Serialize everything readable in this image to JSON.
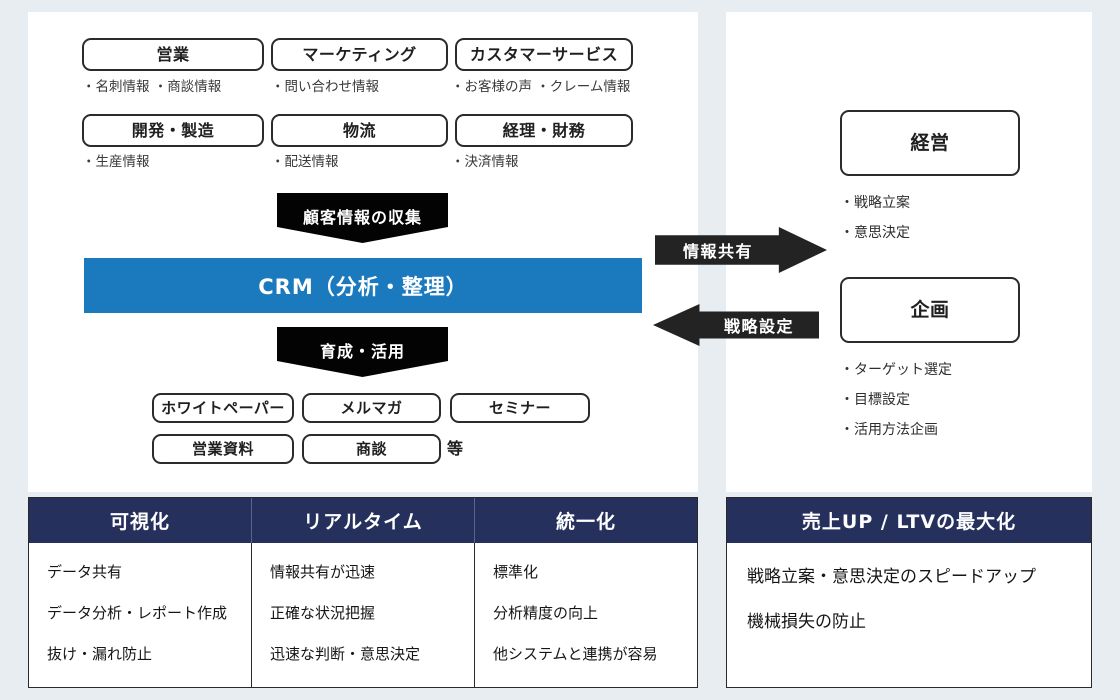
{
  "diagram": {
    "left_panel": {
      "departments": [
        {
          "label": "営業",
          "note": "・名刺情報 ・商談情報"
        },
        {
          "label": "マーケティング",
          "note": "・問い合わせ情報"
        },
        {
          "label": "カスタマーサービス",
          "note": "・お客様の声 ・クレーム情報"
        },
        {
          "label": "開発・製造",
          "note": "・生産情報"
        },
        {
          "label": "物流",
          "note": "・配送情報"
        },
        {
          "label": "経理・財務",
          "note": "・決済情報"
        }
      ],
      "collect_banner": "顧客情報の収集",
      "crm_bar": "CRM（分析・整理）",
      "nurture_banner": "育成・活用",
      "outputs": [
        "ホワイトペーパー",
        "メルマガ",
        "セミナー",
        "営業資料",
        "商談"
      ],
      "etc_label": "等"
    },
    "arrows": {
      "share": "情報共有",
      "strategy": "戦略設定"
    },
    "right_panel": {
      "roles": [
        {
          "label": "経営",
          "bullets": [
            "・戦略立案",
            "・意思決定"
          ]
        },
        {
          "label": "企画",
          "bullets": [
            "・ターゲット選定",
            "・目標設定",
            "・活用方法企画"
          ]
        }
      ]
    },
    "left_table": {
      "headers": [
        "可視化",
        "リアルタイム",
        "統一化"
      ],
      "columns": [
        [
          "データ共有",
          "データ分析・レポート作成",
          "抜け・漏れ防止"
        ],
        [
          "情報共有が迅速",
          "正確な状況把握",
          "迅速な判断・意思決定"
        ],
        [
          "標準化",
          "分析精度の向上",
          "他システムと連携が容易"
        ]
      ]
    },
    "right_table": {
      "headers": [
        "売上UP / LTVの最大化"
      ],
      "columns": [
        [
          "戦略立案・意思決定のスピードアップ",
          "機械損失の防止"
        ]
      ]
    },
    "colors": {
      "page_background": "#e8edf1",
      "crm_blue": "#1b79be",
      "banner_black": "#030303",
      "arrow_black": "#232323",
      "table_header_navy": "#26305c",
      "box_border": "#2b2b2b"
    }
  }
}
